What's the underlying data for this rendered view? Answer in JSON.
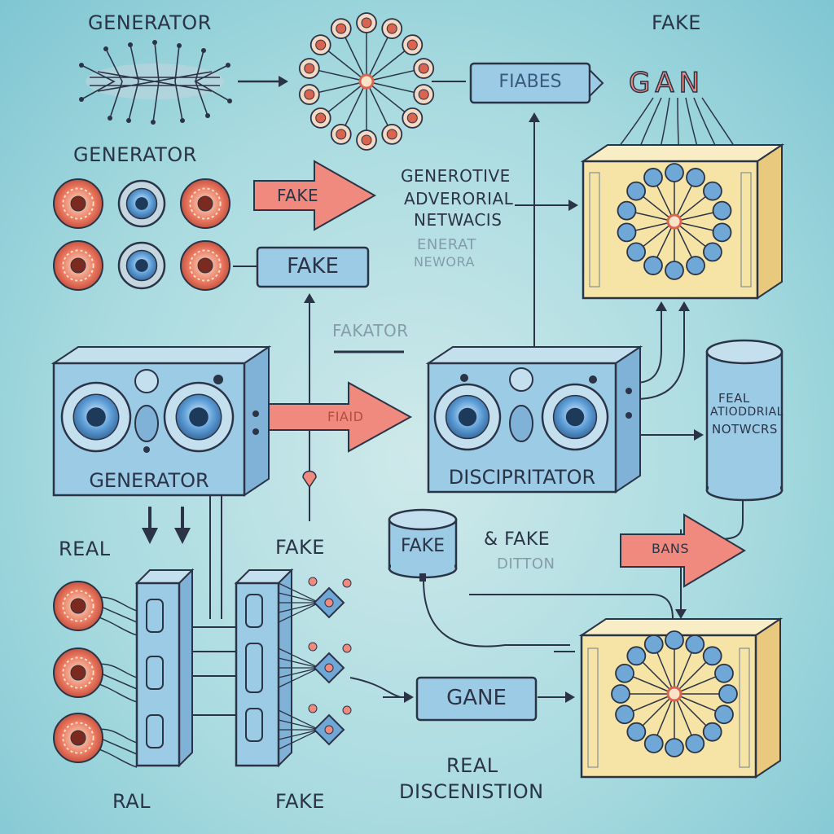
{
  "labels": {
    "generator_top": "GENERATOR",
    "generator_left": "GENERATOR",
    "generator_box": "GENERATOR",
    "fake_top": "FAKE",
    "fake_arrow_top": "FAKE",
    "fake_box": "FAKE",
    "fakator": "FAKATOR",
    "fake_mid": "FAKE",
    "fake_cylinder": "FAKE",
    "fake_bottom": "FAKE",
    "real_left": "REAL",
    "real_bottom_left": "RAL",
    "real_bottom_mid": "REAL",
    "discension": "DISCENISTION",
    "discriminator_box": "DISCIPRITATOR",
    "images_box": "FIABES",
    "gan_text": "GAN",
    "gan_title_1": "GENEROTIVE",
    "gan_title_2": "ADVERORIAL",
    "gan_title_3": "NETWACIS",
    "gan_faded_1": "ENERAT",
    "gan_faded_2": "NEWORA",
    "arrow_mid_text": "FIAID",
    "and_fake": "& FAKE",
    "detection": "DITTON",
    "cylinder_right_1": "FEAL",
    "cylinder_right_2": "ATIODDRIAL",
    "cylinder_right_3": "NOTWCRS",
    "bans_arrow": "BANS",
    "game_box": "GANE"
  },
  "colors": {
    "background": "#a9dbe0",
    "stroke": "#2b3447",
    "salmon": "#f08a7e",
    "box_blue": "#9ccbe6",
    "box_blue_side": "#7fb2d6",
    "box_cream": "#f6e3a6",
    "box_cream_side": "#e8c97d",
    "node_blue": "#6fa8d6",
    "node_red": "#d9644f"
  },
  "icons": [
    "neural-cluster-icon",
    "lens-icon",
    "red-gear-icon",
    "arrow-icon"
  ]
}
